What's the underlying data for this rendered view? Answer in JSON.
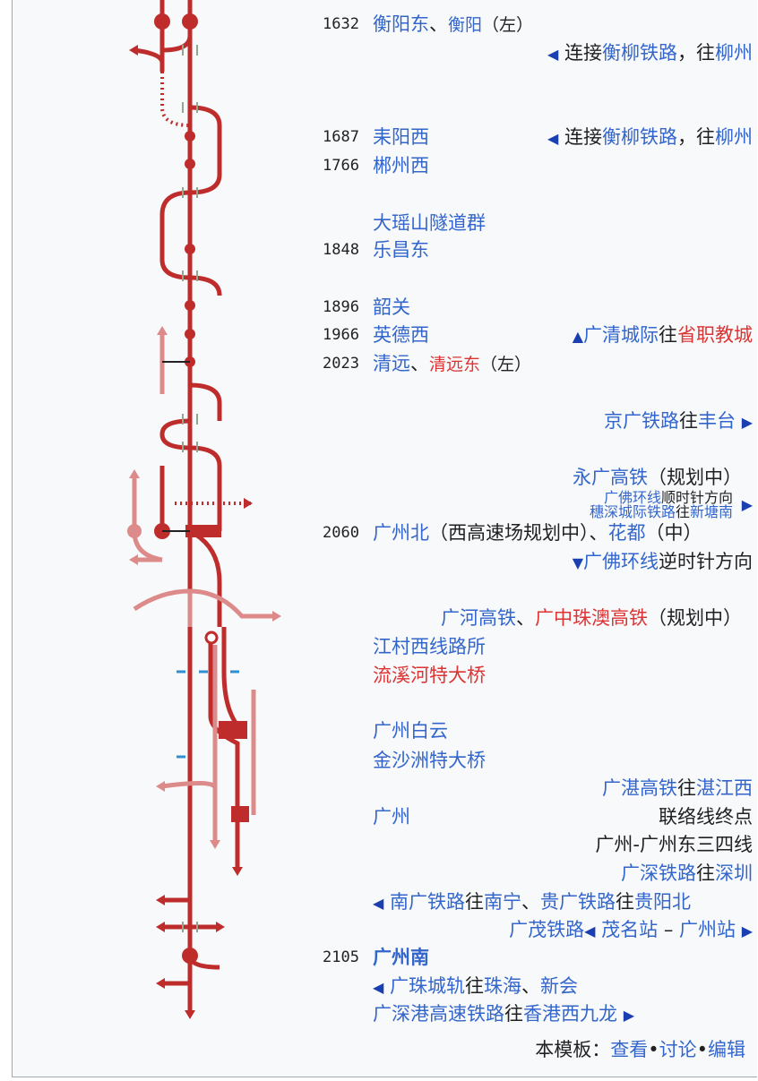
{
  "colors": {
    "line": "#be2d2c",
    "faded": "#dd8a8a",
    "link": "#3366cc",
    "linkRed": "#d33",
    "text": "#202122",
    "bridge": "#8fa88f",
    "tunnel": "#2f8fd3",
    "arrowBlue": "#1a3fb0"
  },
  "rows": [
    {
      "km": "1632",
      "name": "衡阳东",
      "sep": "、",
      "alt": "衡阳",
      "altNote": "（左）"
    },
    {
      "note_pre": "连接",
      "note_link": "衡柳铁路",
      "note_mid": "，往",
      "note_link2": "柳州",
      "note_icon": "left-arrow"
    },
    {
      "km": "1687",
      "name": "耒阳西",
      "note_pre": "连接",
      "note_link": "衡柳铁路",
      "note_mid": "，往",
      "note_link2": "柳州",
      "note_icon": "left-arrow"
    },
    {
      "km": "1766",
      "name": "郴州西"
    },
    {
      "name": "大瑶山隧道群"
    },
    {
      "km": "1848",
      "name": "乐昌东"
    },
    {
      "km": "1896",
      "name": "韶关"
    },
    {
      "km": "1966",
      "name": "英德西",
      "note_link": "广清城际",
      "note_mid": "往",
      "note_link2": "省职教城",
      "note_icon": "up-arrow"
    },
    {
      "km": "2023",
      "name": "清远",
      "sep": "、",
      "alt": "清远东",
      "altNote": "（左）"
    },
    {
      "note_link": "京广铁路",
      "note_mid": "往",
      "note_link2": "丰台",
      "note_icon": "right-arrow"
    },
    {
      "note_link": "永广高铁",
      "note_mid": "（规划中）"
    },
    {
      "note_link": "广佛环线",
      "note_mid": "顺时针方向"
    },
    {
      "note_link": "穗深城际铁路",
      "note_mid": "往",
      "note_link2": "新塘南",
      "note_icon": "right-arrow"
    },
    {
      "km": "2060",
      "name": "广州北",
      "nameNote": "（西高速场规划中）",
      "sep": "、",
      "alt": "花都",
      "altNote": "（中）"
    },
    {
      "note_link": "广佛环线",
      "note_mid": "逆时针方向",
      "note_icon": "down-arrow"
    },
    {
      "note_link": "广河高铁",
      "note_sep": "、",
      "note_link2": "广中珠澳高铁",
      "note_mid": "（规划中）"
    },
    {
      "name": "江村西线路所"
    },
    {
      "name": "流溪河特大桥"
    },
    {
      "name": "广州白云"
    },
    {
      "name": "金沙洲特大桥"
    },
    {
      "note_link": "广湛高铁",
      "note_mid": "往",
      "note_link2": "湛江西"
    },
    {
      "name": "广州",
      "note_mid": "联络线终点"
    },
    {
      "note_mid": "广州-广州东三四线"
    },
    {
      "note_link": "广深铁路",
      "note_mid": "往",
      "note_link2": "深圳"
    },
    {
      "note_link": "南广铁路",
      "note_mid": "往",
      "note_link2": "南宁",
      "note_sep": "、",
      "note_link3": "贵广铁路",
      "note_mid2": "往",
      "note_link4": "贵阳北",
      "note_icon": "left-arrow"
    },
    {
      "note_link": "广茂铁路",
      "note_link2": "茂名站",
      "note_mid": " – ",
      "note_link3": "广州站"
    },
    {
      "km": "2105",
      "name": "广州南"
    },
    {
      "note_link": "广珠城轨",
      "note_mid": "往",
      "note_link2": "珠海",
      "note_sep": "、",
      "note_link3": "新会",
      "note_icon": "left-arrow"
    },
    {
      "note_link": "广深港高速铁路",
      "note_mid": "往",
      "note_link2": "香港西九龙",
      "note_icon": "right-arrow"
    }
  ],
  "footer": {
    "prefix": "本模板：",
    "view": "查看",
    "talk": "讨论",
    "edit": "编辑",
    "dot": "•"
  }
}
